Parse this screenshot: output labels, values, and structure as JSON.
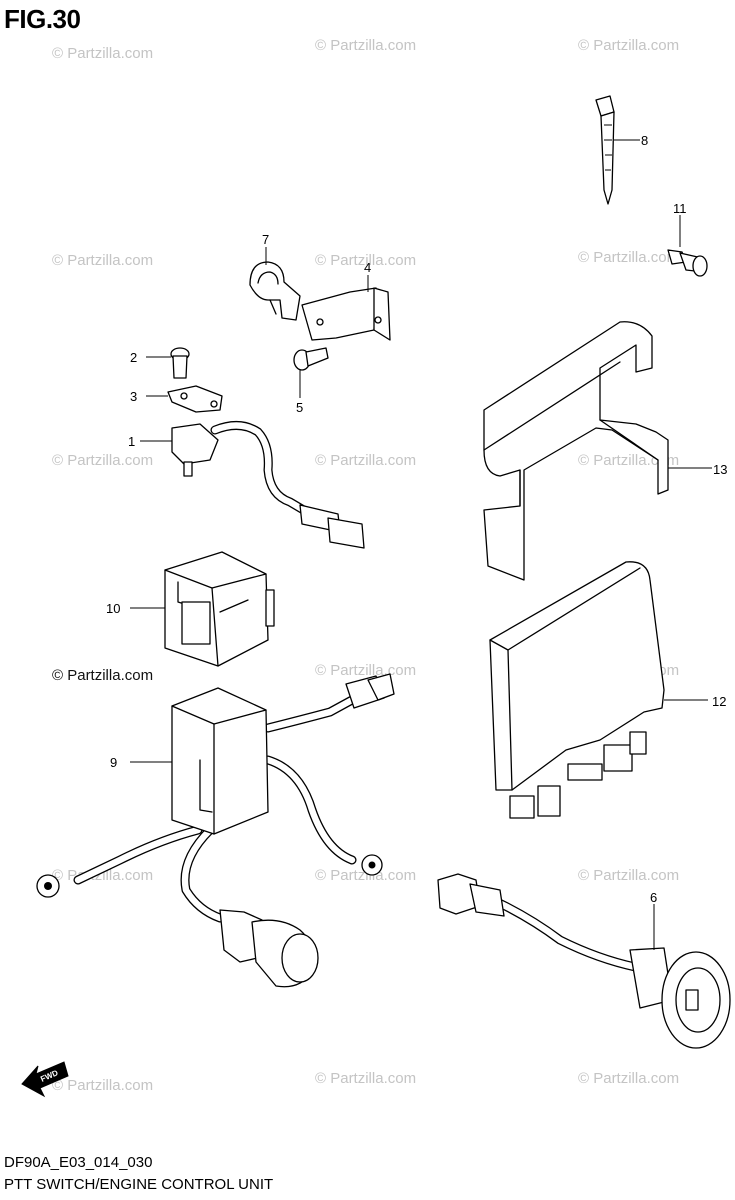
{
  "figure_title": "FIG.30",
  "diagram_code": "DF90A_E03_014_030",
  "caption": "PTT SWITCH/ENGINE CONTROL UNIT",
  "watermark": "© Partzilla.com",
  "watermark_prominent": "© Partzilla.com",
  "fwd_label": "FWD",
  "callouts": {
    "c1": "1",
    "c2": "2",
    "c3": "3",
    "c4": "4",
    "c5": "5",
    "c6": "6",
    "c7": "7",
    "c8": "8",
    "c9": "9",
    "c10": "10",
    "c11": "11",
    "c12": "12",
    "c13": "13"
  }
}
